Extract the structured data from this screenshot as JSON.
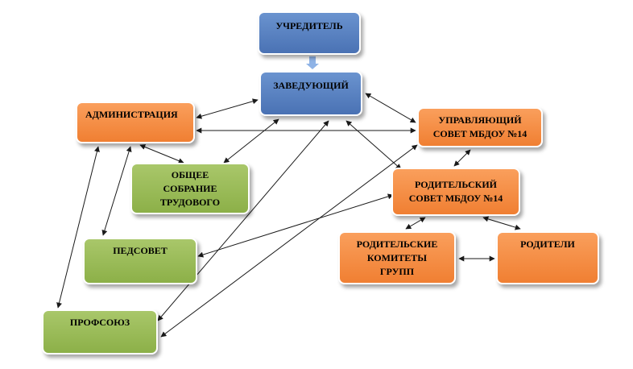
{
  "diagram": {
    "nodes": [
      {
        "id": "founder",
        "color": "blue",
        "lines": [
          "УЧРЕДИТЕЛЬ"
        ]
      },
      {
        "id": "head",
        "color": "blue",
        "lines": [
          "ЗАВЕДУЮЩИЙ"
        ]
      },
      {
        "id": "admin",
        "color": "orange",
        "lines": [
          "АДМИНИСТРАЦИЯ"
        ]
      },
      {
        "id": "council",
        "color": "orange",
        "lines": [
          "УПРАВЛЯЮЩИЙ",
          "СОВЕТ МБДОУ №14"
        ]
      },
      {
        "id": "meeting",
        "color": "green",
        "lines": [
          "ОБЩЕЕ",
          "СОБРАНИЕ",
          "ТРУДОВОГО"
        ]
      },
      {
        "id": "parentc",
        "color": "orange",
        "lines": [
          "РОДИТЕЛЬСКИЙ",
          "СОВЕТ МБДОУ №14"
        ]
      },
      {
        "id": "ped",
        "color": "green",
        "lines": [
          "ПЕДСОВЕТ"
        ]
      },
      {
        "id": "groups",
        "color": "orange",
        "lines": [
          "РОДИТЕЛЬСКИЕ",
          "КОМИТЕТЫ",
          "ГРУПП"
        ]
      },
      {
        "id": "parents",
        "color": "orange",
        "lines": [
          "РОДИТЕЛИ"
        ]
      },
      {
        "id": "union",
        "color": "green",
        "lines": [
          "ПРОФСОЮЗ"
        ]
      }
    ],
    "edges": [
      {
        "from": "founder",
        "to": "head",
        "style": "block-arrow"
      },
      {
        "from": "admin",
        "to": "head",
        "style": "double"
      },
      {
        "from": "admin",
        "to": "council",
        "style": "double"
      },
      {
        "from": "head",
        "to": "council",
        "style": "double"
      },
      {
        "from": "head",
        "to": "parentc",
        "style": "double"
      },
      {
        "from": "head",
        "to": "meeting",
        "style": "double"
      },
      {
        "from": "head",
        "to": "union",
        "style": "double"
      },
      {
        "from": "admin",
        "to": "meeting",
        "style": "double"
      },
      {
        "from": "admin",
        "to": "ped",
        "style": "double"
      },
      {
        "from": "admin",
        "to": "union",
        "style": "double"
      },
      {
        "from": "council",
        "to": "parentc",
        "style": "double"
      },
      {
        "from": "council",
        "to": "union",
        "style": "double"
      },
      {
        "from": "parentc",
        "to": "ped",
        "style": "double"
      },
      {
        "from": "parentc",
        "to": "groups",
        "style": "double"
      },
      {
        "from": "parentc",
        "to": "parents",
        "style": "double"
      },
      {
        "from": "groups",
        "to": "parents",
        "style": "double"
      }
    ],
    "colors": {
      "blue": "#4f7cc0",
      "orange": "#f58a3e",
      "green": "#97b954",
      "arrow": "#1a1a1a",
      "block_arrow": "#8fb3e6"
    }
  }
}
